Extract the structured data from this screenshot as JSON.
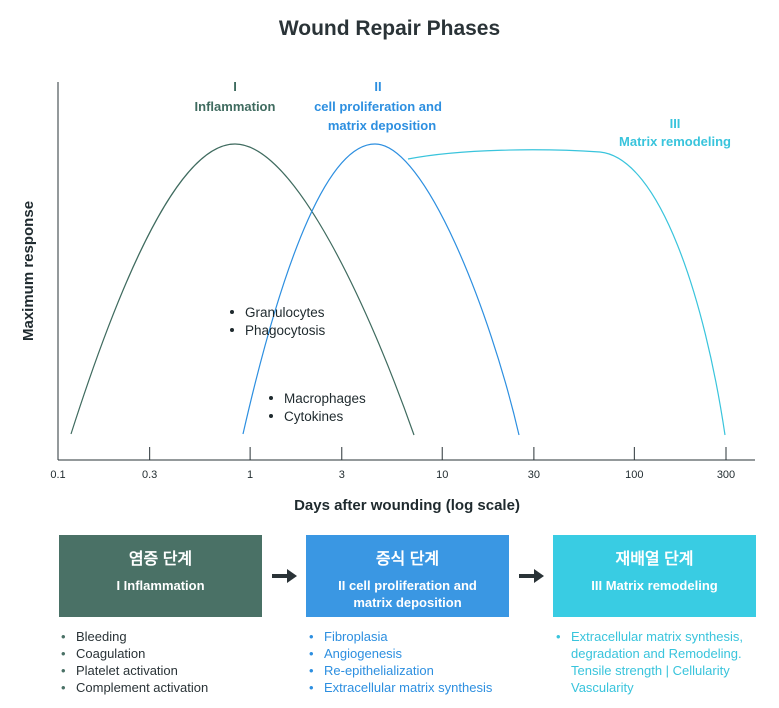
{
  "title": "Wound Repair Phases",
  "chart_data": {
    "type": "line",
    "xlabel": "Days after wounding (log scale)",
    "ylabel": "Maximum response",
    "x_scale": "log",
    "xlim": [
      0.1,
      400
    ],
    "x_ticks": [
      "0.1",
      "0.3",
      "1",
      "3",
      "10",
      "30",
      "100",
      "300"
    ],
    "grid": false,
    "series": [
      {
        "name": "I Inflammation",
        "color": "#3f6b5f",
        "x": [
          0.12,
          0.3,
          1.0,
          3.0,
          8.0
        ],
        "y": [
          0.07,
          0.55,
          0.95,
          0.55,
          0.07
        ]
      },
      {
        "name": "II cell proliferation and matrix deposition",
        "color": "#2d8fe0",
        "x": [
          1.0,
          2.0,
          5.5,
          15.0,
          28.0
        ],
        "y": [
          0.07,
          0.55,
          0.95,
          0.55,
          0.07
        ]
      },
      {
        "name": "III Matrix remodeling",
        "color": "#39c4dc",
        "x": [
          7.0,
          30.0,
          60.0,
          150.0,
          300.0
        ],
        "y": [
          0.95,
          0.97,
          0.94,
          0.5,
          0.07
        ]
      }
    ]
  },
  "labels": {
    "phase1_num": "I",
    "phase1_name": "Inflammation",
    "phase2_num": "II",
    "phase2_line1": "cell proliferation and",
    "phase2_line2": "matrix deposition",
    "phase3_num": "III",
    "phase3_name": "Matrix remodeling"
  },
  "annotations": {
    "group1": [
      "Granulocytes",
      "Phagocytosis"
    ],
    "group2": [
      "Macrophages",
      "Cytokines"
    ]
  },
  "colors": {
    "phase1": "#4a7166",
    "phase2": "#3a97e3",
    "phase3": "#39cce3",
    "text": "#1f2a2e"
  },
  "phases": [
    {
      "ko": "염증 단계",
      "en": [
        "I Inflammation"
      ],
      "items": [
        "Bleeding",
        "Coagulation",
        "Platelet activation",
        "Complement activation"
      ]
    },
    {
      "ko": "증식 단계",
      "en": [
        "II cell proliferation and",
        "matrix deposition"
      ],
      "items": [
        "Fibroplasia",
        "Angiogenesis",
        "Re-epithelialization",
        "Extracellular matrix synthesis"
      ]
    },
    {
      "ko": "재배열 단계",
      "en": [
        "III Matrix remodeling"
      ],
      "items": [
        "Extracellular matrix synthesis,",
        "degradation and Remodeling.",
        "Tensile strength | Cellularity",
        "Vascularity"
      ]
    }
  ]
}
